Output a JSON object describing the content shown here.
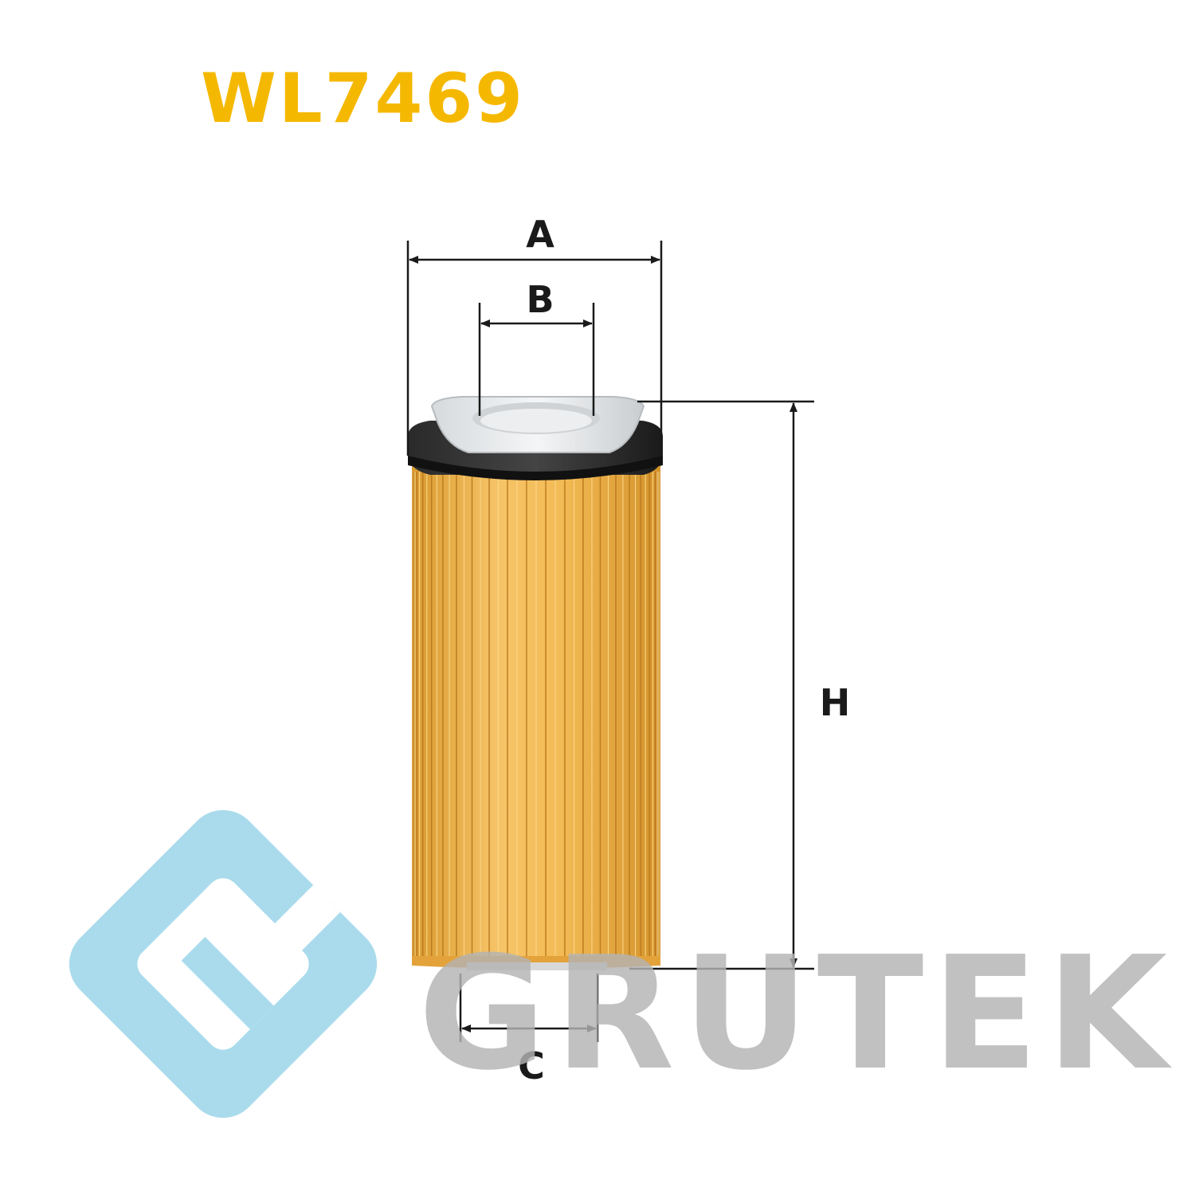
{
  "product": {
    "code": "WL7469",
    "code_color": "#f5b800"
  },
  "dimensions": {
    "a": "A",
    "b": "B",
    "c": "C",
    "h": "H"
  },
  "watermark": {
    "text": "GRUTEK",
    "text_color": "#b3b3b3",
    "logo_color": "#a9dbec"
  },
  "filter": {
    "media_color": "#f1b548",
    "cap_color": "#1c1c1c",
    "seal_color": "#e6e8ea"
  }
}
